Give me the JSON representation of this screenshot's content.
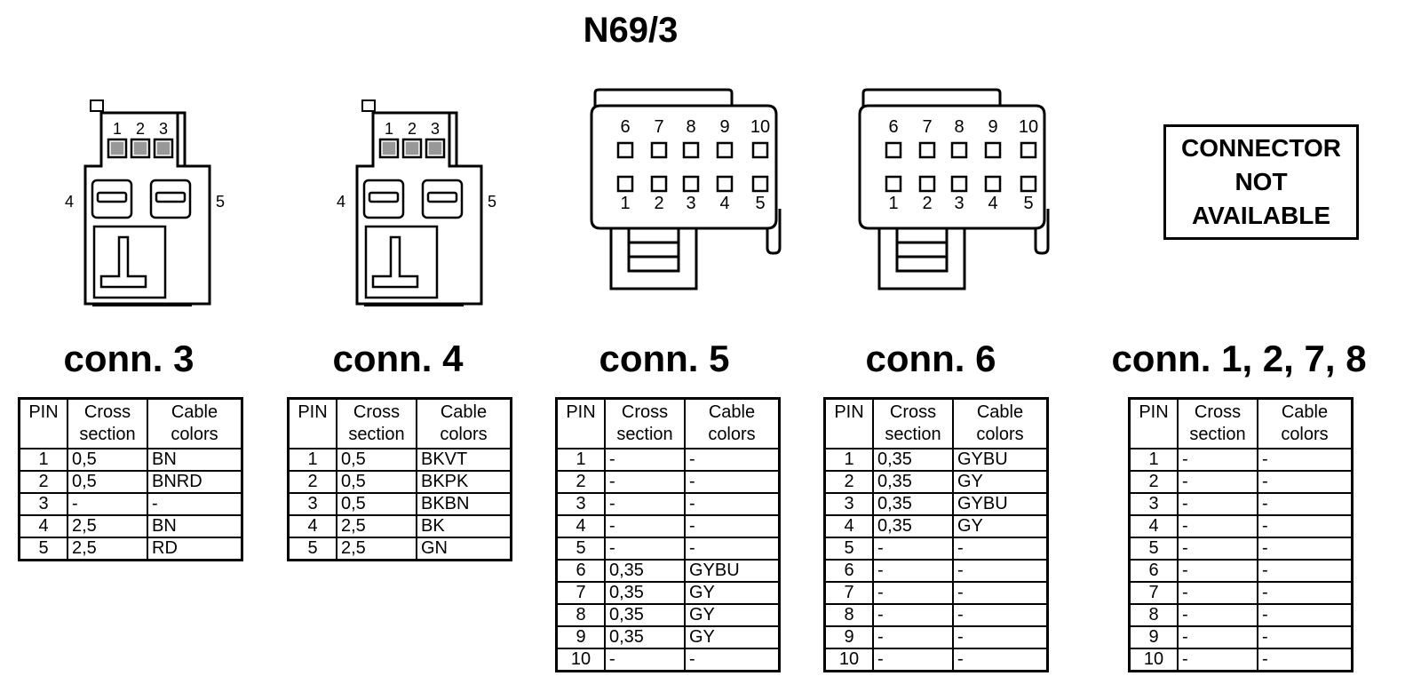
{
  "title": "N69/3",
  "headers": {
    "pin": "PIN",
    "cross_section": "Cross section",
    "cable_colors": "Cable colors"
  },
  "not_available": [
    "CONNECTOR",
    "NOT",
    "AVAILABLE"
  ],
  "connectors": [
    {
      "label": "conn. 3",
      "rows": [
        [
          "1",
          "0,5",
          "BN"
        ],
        [
          "2",
          "0,5",
          "BNRD"
        ],
        [
          "3",
          "-",
          "-"
        ],
        [
          "4",
          "2,5",
          "BN"
        ],
        [
          "5",
          "2,5",
          "RD"
        ]
      ]
    },
    {
      "label": "conn. 4",
      "rows": [
        [
          "1",
          "0,5",
          "BKVT"
        ],
        [
          "2",
          "0,5",
          "BKPK"
        ],
        [
          "3",
          "0,5",
          "BKBN"
        ],
        [
          "4",
          "2,5",
          "BK"
        ],
        [
          "5",
          "2,5",
          "GN"
        ]
      ]
    },
    {
      "label": "conn. 5",
      "rows": [
        [
          "1",
          "-",
          "-"
        ],
        [
          "2",
          "-",
          "-"
        ],
        [
          "3",
          "-",
          "-"
        ],
        [
          "4",
          "-",
          "-"
        ],
        [
          "5",
          "-",
          "-"
        ],
        [
          "6",
          "0,35",
          "GYBU"
        ],
        [
          "7",
          "0,35",
          "GY"
        ],
        [
          "8",
          "0,35",
          "GY"
        ],
        [
          "9",
          "0,35",
          "GY"
        ],
        [
          "10",
          "-",
          "-"
        ]
      ]
    },
    {
      "label": "conn. 6",
      "rows": [
        [
          "1",
          "0,35",
          "GYBU"
        ],
        [
          "2",
          "0,35",
          "GY"
        ],
        [
          "3",
          "0,35",
          "GYBU"
        ],
        [
          "4",
          "0,35",
          "GY"
        ],
        [
          "5",
          "-",
          "-"
        ],
        [
          "6",
          "-",
          "-"
        ],
        [
          "7",
          "-",
          "-"
        ],
        [
          "8",
          "-",
          "-"
        ],
        [
          "9",
          "-",
          "-"
        ],
        [
          "10",
          "-",
          "-"
        ]
      ]
    },
    {
      "label": "conn. 1, 2, 7, 8",
      "rows": [
        [
          "1",
          "-",
          "-"
        ],
        [
          "2",
          "-",
          "-"
        ],
        [
          "3",
          "-",
          "-"
        ],
        [
          "4",
          "-",
          "-"
        ],
        [
          "5",
          "-",
          "-"
        ],
        [
          "6",
          "-",
          "-"
        ],
        [
          "7",
          "-",
          "-"
        ],
        [
          "8",
          "-",
          "-"
        ],
        [
          "9",
          "-",
          "-"
        ],
        [
          "10",
          "-",
          "-"
        ]
      ]
    }
  ],
  "small_connector_pins": {
    "top": [
      "1",
      "2",
      "3"
    ],
    "left": "4",
    "right": "5"
  },
  "large_connector_pins": {
    "top": [
      "6",
      "7",
      "8",
      "9",
      "10"
    ],
    "bottom": [
      "1",
      "2",
      "3",
      "4",
      "5"
    ]
  }
}
